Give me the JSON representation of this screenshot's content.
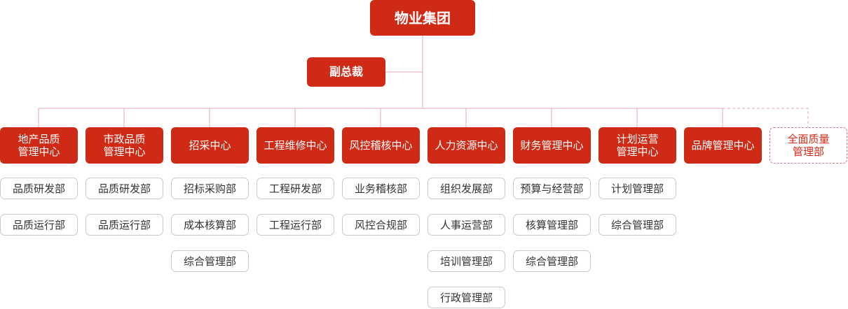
{
  "top": {
    "label": "物业集团"
  },
  "vp": {
    "label": "副总裁"
  },
  "centers": [
    {
      "label": "地产品质\n管理中心",
      "depts": [
        "品质研发部",
        "品质运行部"
      ]
    },
    {
      "label": "市政品质\n管理中心",
      "depts": [
        "品质研发部",
        "品质运行部"
      ]
    },
    {
      "label": "招采中心",
      "depts": [
        "招标采购部",
        "成本核算部",
        "综合管理部"
      ]
    },
    {
      "label": "工程维修中心",
      "depts": [
        "工程研发部",
        "工程运行部"
      ]
    },
    {
      "label": "风控稽核中心",
      "depts": [
        "业务稽核部",
        "风控合规部"
      ]
    },
    {
      "label": "人力资源中心",
      "depts": [
        "组织发展部",
        "人事运营部",
        "培训管理部",
        "行政管理部"
      ]
    },
    {
      "label": "财务管理中心",
      "depts": [
        "预算与经营部",
        "核算管理部",
        "综合管理部"
      ]
    },
    {
      "label": "计划运营\n管理中心",
      "depts": [
        "计划管理部",
        "综合管理部"
      ]
    },
    {
      "label": "品牌管理中心",
      "depts": []
    },
    {
      "label": "全面质量\n管理部",
      "depts": [],
      "dashed": true
    }
  ],
  "colors": {
    "accent": "#cf2a16",
    "line": "#e3a9b0",
    "dept_border": "#c9c9c9"
  }
}
